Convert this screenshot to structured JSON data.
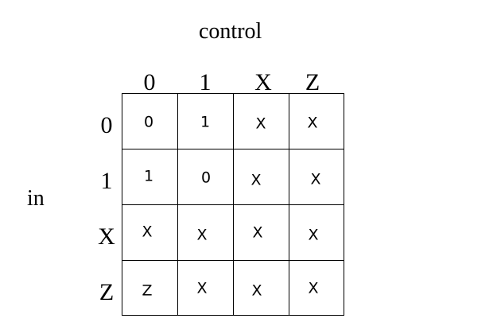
{
  "diagram": {
    "control_label": "control",
    "in_label": "in",
    "column_headers": [
      "0",
      "1",
      "X",
      "Z"
    ],
    "row_headers": [
      "0",
      "1",
      "X",
      "Z"
    ],
    "cells": [
      [
        "0",
        "1",
        "X",
        "X"
      ],
      [
        "1",
        "0",
        "X",
        "X"
      ],
      [
        "X",
        "X",
        "X",
        "X"
      ],
      [
        "Z",
        "X",
        "X",
        "X"
      ]
    ]
  }
}
